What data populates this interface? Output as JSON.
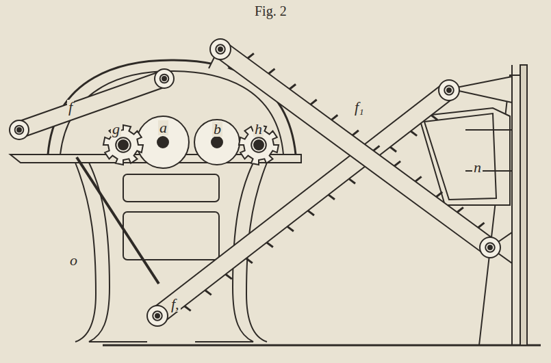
{
  "diagram": {
    "title": "Fig. 2",
    "labels": [
      "f",
      "f₁",
      "a",
      "b",
      "g",
      "h",
      "o",
      "n",
      "f,"
    ]
  }
}
